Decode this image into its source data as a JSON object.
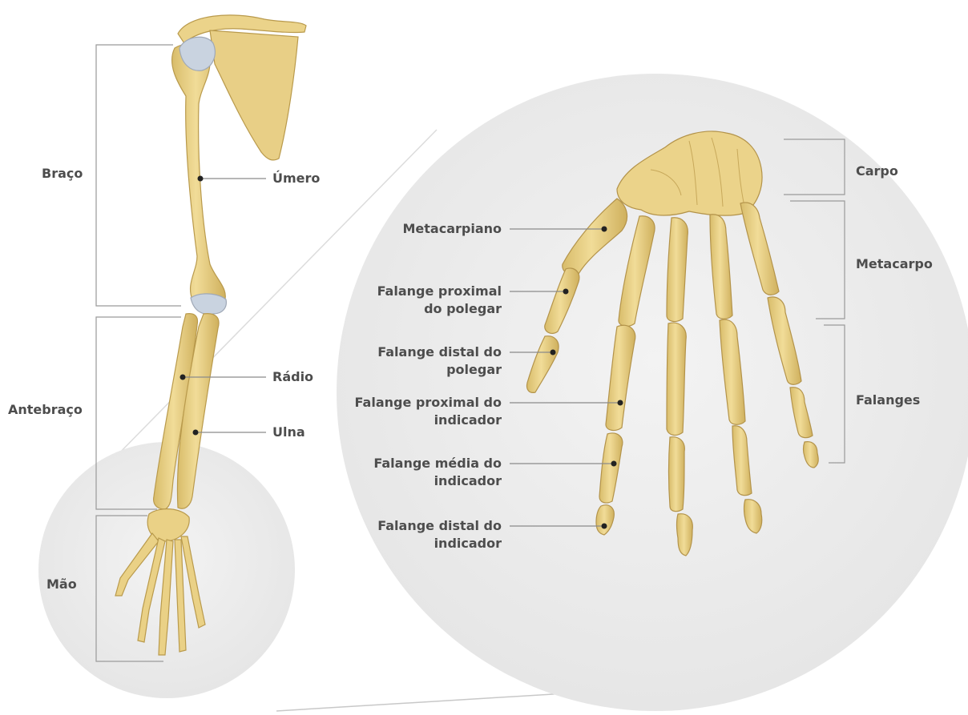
{
  "arm_labels": {
    "braco": "Braço",
    "antebraco": "Antebraço",
    "mao": "Mão",
    "umero": "Úmero",
    "radio": "Rádio",
    "ulna": "Ulna"
  },
  "hand_labels": {
    "metacarpiano": "Metacarpiano",
    "falange_proximal_polegar": [
      "Falange proximal",
      "do polegar"
    ],
    "falange_distal_polegar": [
      "Falange distal do",
      "polegar"
    ],
    "falange_proximal_indicador": [
      "Falange proximal do",
      "indicador"
    ],
    "falange_media_indicador": [
      "Falange média do",
      "indicador"
    ],
    "falange_distal_indicador": [
      "Falange distal do",
      "indicador"
    ],
    "carpo": "Carpo",
    "metacarpo": "Metacarpo",
    "falanges": "Falanges"
  },
  "colors": {
    "bone": "#ecd58e",
    "bone_shadow": "#c9ad5c",
    "cartilage": "#c9d3e0",
    "circle": "#efefef",
    "label_text": "#4d4d4d",
    "leader_line": "#8a8a8a"
  }
}
